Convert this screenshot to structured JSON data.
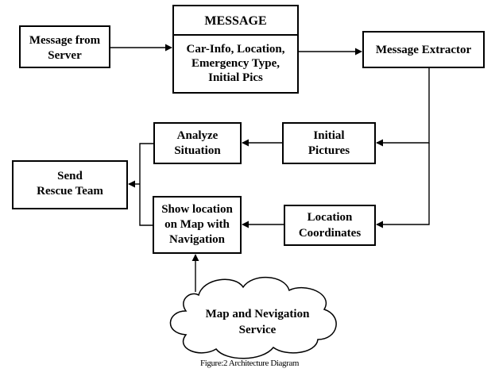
{
  "nodes": {
    "message_from_server": [
      "Message from",
      "Server"
    ],
    "message_title": "MESSAGE",
    "message_body": [
      "Car-Info, Location,",
      "Emergency Type,",
      "Initial Pics"
    ],
    "message_extractor": "Message Extractor",
    "analyze_situation": [
      "Analyze",
      "Situation"
    ],
    "initial_pictures": [
      "Initial",
      "Pictures"
    ],
    "send_rescue_team": [
      "Send",
      "Rescue Team"
    ],
    "show_location": [
      "Show location",
      "on Map with",
      "Navigation"
    ],
    "location_coordinates": [
      "Location",
      "Coordinates"
    ],
    "map_service": [
      "Map and Nevigation",
      "Service"
    ]
  },
  "caption": "Figure:2 Architecture Diagram"
}
